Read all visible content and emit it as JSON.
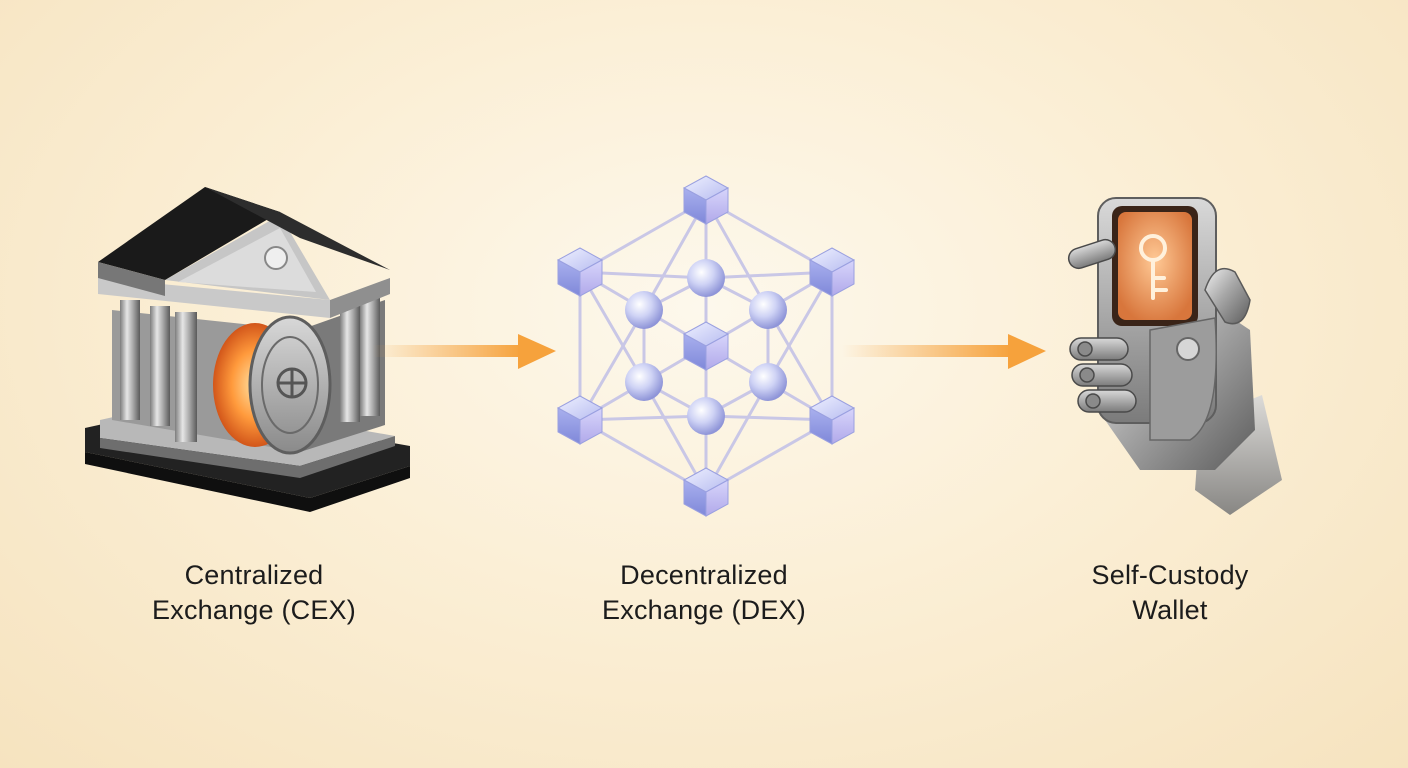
{
  "nodes": [
    {
      "id": "cex",
      "line1": "Centralized",
      "line2": "Exchange (CEX)",
      "icon": "bank-vault-icon"
    },
    {
      "id": "dex",
      "line1": "Decentralized",
      "line2": "Exchange (DEX)",
      "icon": "network-cube-icon"
    },
    {
      "id": "wallet",
      "line1": "Self-Custody",
      "line2": "Wallet",
      "icon": "hardware-wallet-hand-icon"
    }
  ],
  "connectors": [
    {
      "from": "cex",
      "to": "dex",
      "icon": "arrow-right-icon"
    },
    {
      "from": "dex",
      "to": "wallet",
      "icon": "arrow-right-icon"
    }
  ],
  "colors": {
    "arrow": "#f6a23c",
    "glow": "#ff8a1e",
    "background": "#fbefd6",
    "network_node": "#b8b8f2",
    "text": "#1c1c1c"
  }
}
